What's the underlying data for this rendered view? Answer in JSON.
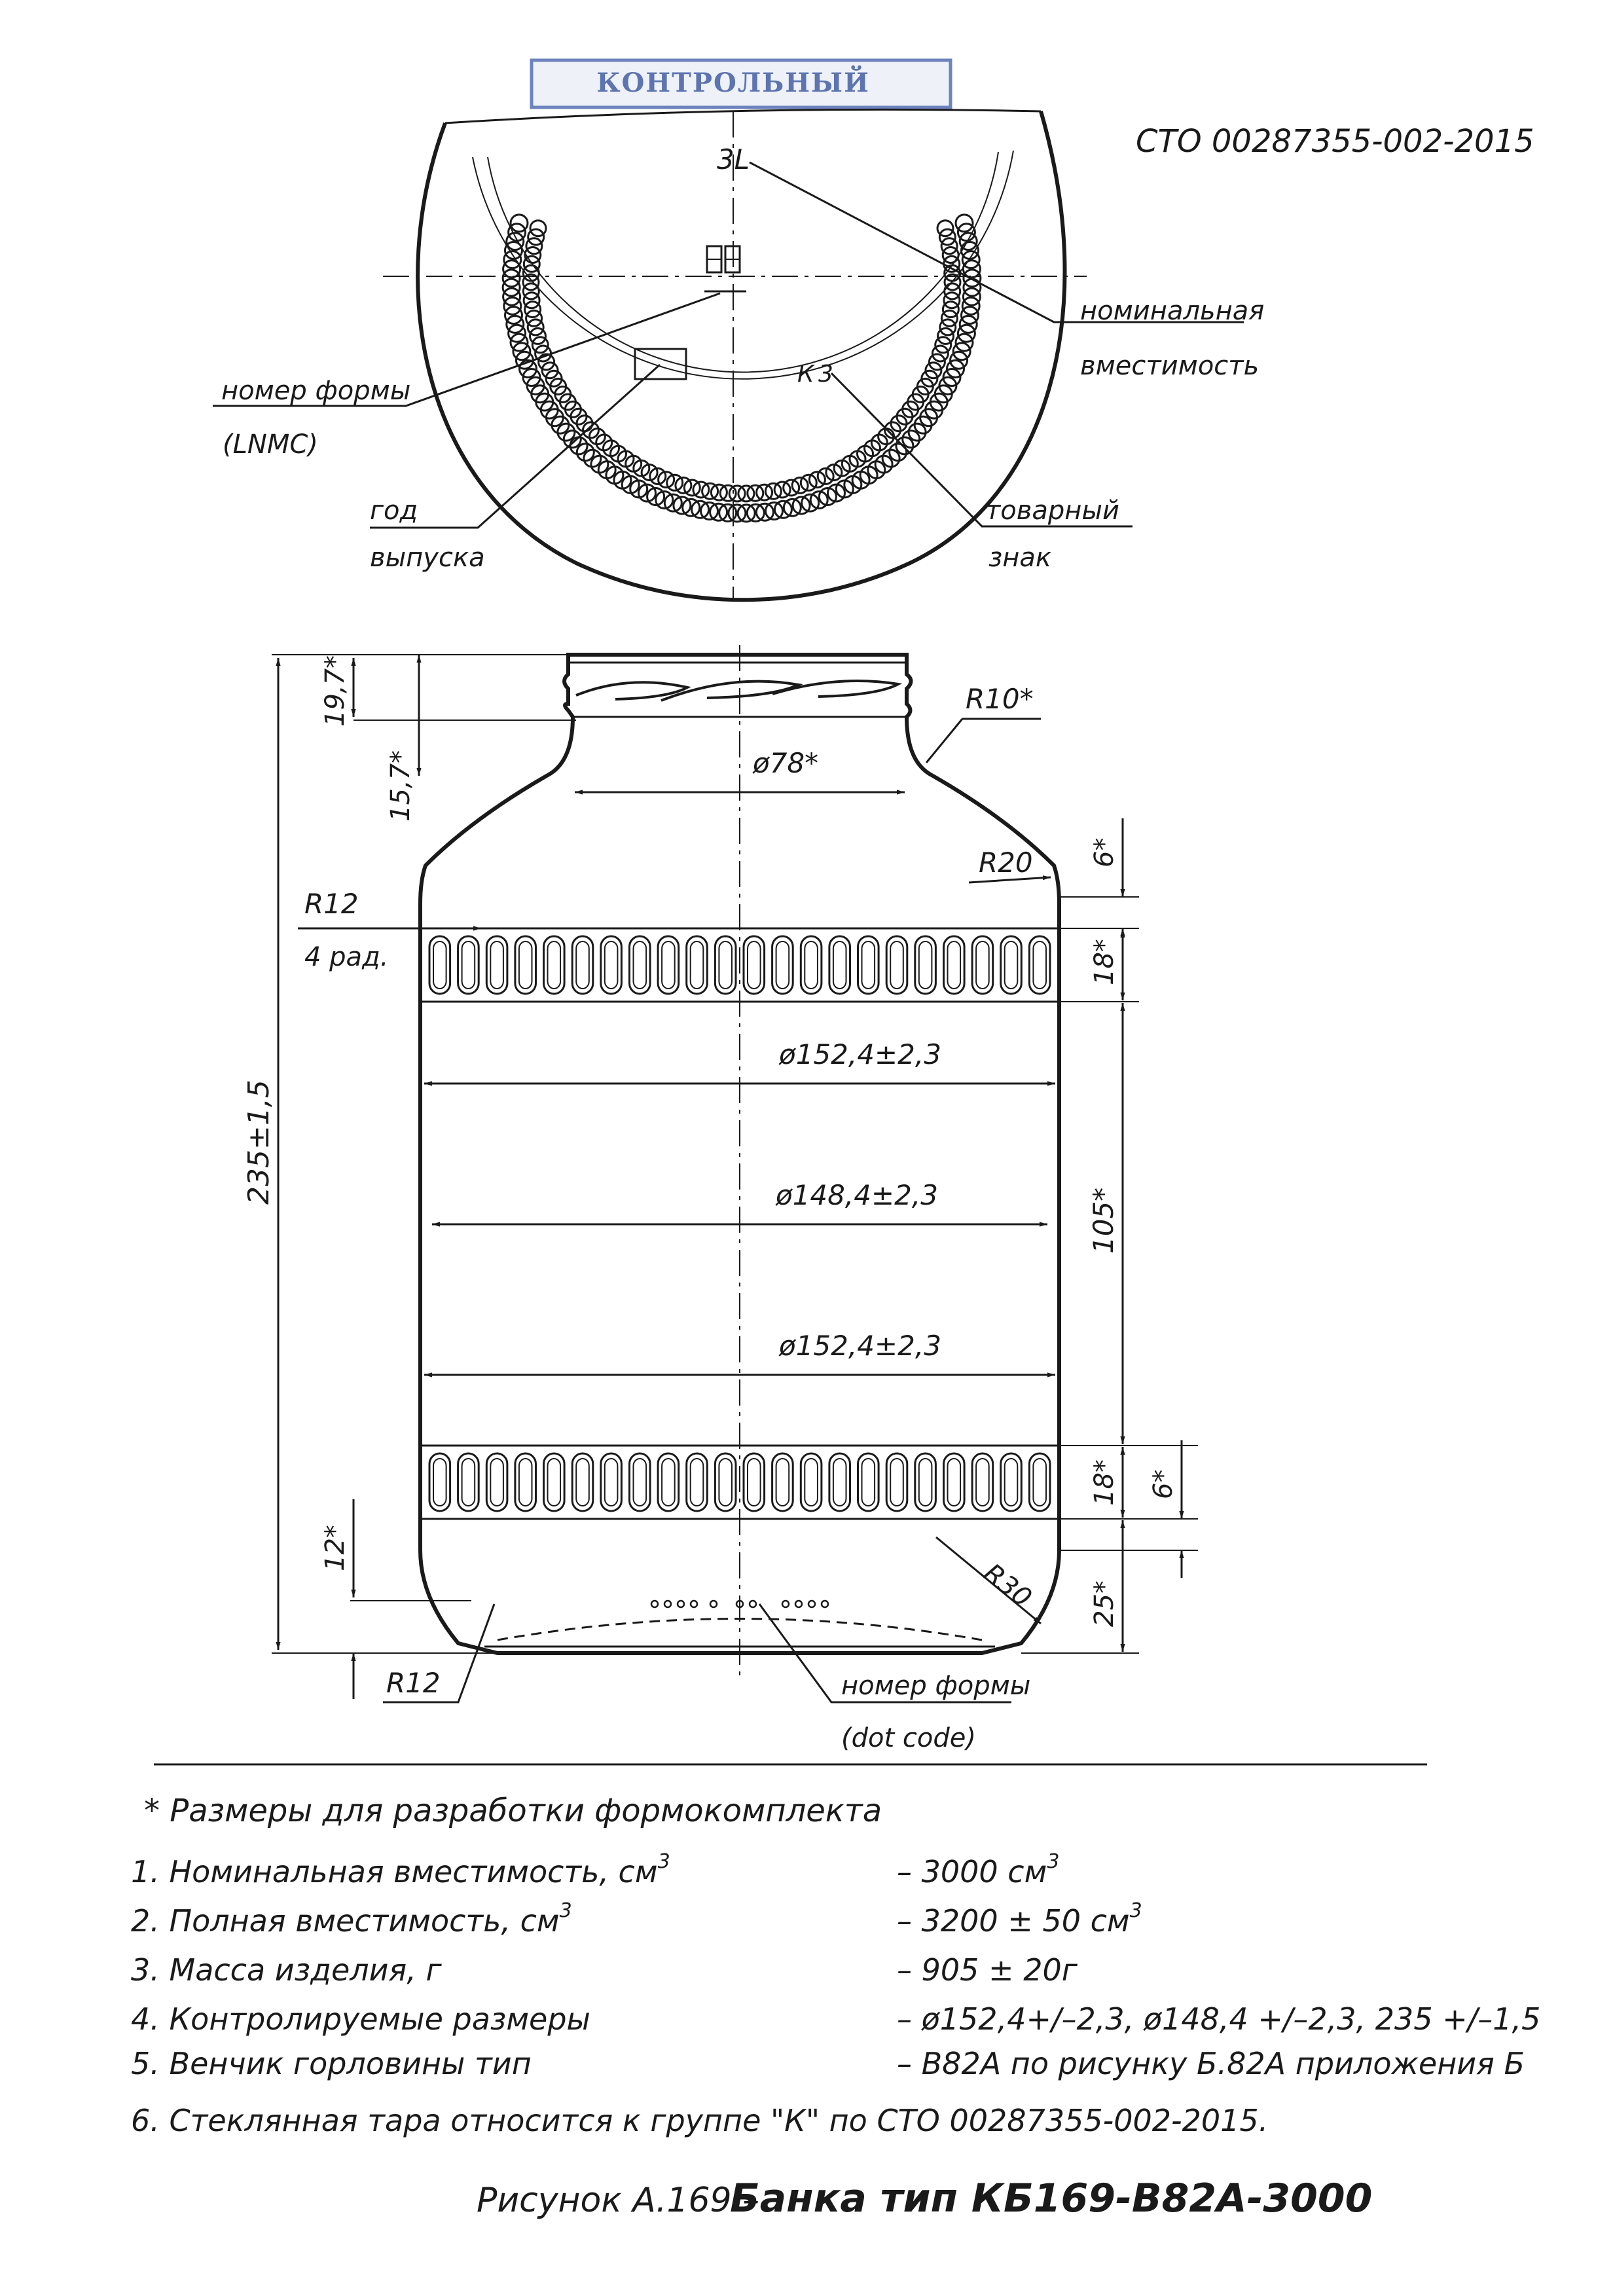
{
  "stamp": "КОНТРОЛЬНЫЙ",
  "standard": "СТО 00287355-002-2015",
  "bottom_view": {
    "capacity_mark": "3L",
    "mark_k": "К",
    "mark_digits": "3",
    "labels": {
      "nominal_1": "номинальная",
      "nominal_2": "вместимость",
      "mold_1": "номер формы",
      "mold_2": "(LNMC)",
      "year_1": "год",
      "year_2": "выпуска",
      "trade_1": "товарный",
      "trade_2": "знак"
    }
  },
  "dims": {
    "finish_h": "19,7*",
    "neck_h": "15,7*",
    "total_h": "235±1,5",
    "neck_d": "ø78*",
    "r_neck": "R10*",
    "r_shoulder": "R20",
    "r12_top": "R12",
    "r12_top_note": "4 рад.",
    "d_upper": "ø152,4±2,3",
    "d_mid": "ø148,4±2,3",
    "d_lower": "ø152,4±2,3",
    "h_shoulder": "6*",
    "h_band1": "18*",
    "h_body": "105*",
    "h_band2": "18*",
    "h_band2_6": "6*",
    "h_base": "25*",
    "h_12": "12*",
    "r_base": "R30",
    "r12_bottom": "R12",
    "dot_1": "номер формы",
    "dot_2": "(dot code)"
  },
  "notes": {
    "footnote": "* Размеры для разработки формокомплекта",
    "rows": [
      {
        "label": "1. Номинальная вместимость, см",
        "sup": "3",
        "value": "–  3000 см",
        "vsup": "3"
      },
      {
        "label": "2. Полная вместимость, см",
        "sup": "3",
        "value": "–  3200 ± 50 см",
        "vsup": "3"
      },
      {
        "label": "3. Масса изделия, г",
        "sup": "",
        "value": "–  905 ± 20г",
        "vsup": ""
      },
      {
        "label": "4. Контролируемые размеры",
        "sup": "",
        "value": "–  ø152,4+/–2,3, ø148,4 +/–2,3, 235 +/–1,5",
        "vsup": ""
      },
      {
        "label": "5. Венчик горловины тип",
        "sup": "",
        "value": "–  В82А по рисунку Б.82А приложения Б",
        "vsup": ""
      }
    ],
    "row6": "6. Стеклянная тара относится к группе \"К\" по СТО 00287355-002-2015."
  },
  "caption": {
    "prefix": "Рисунок А.169 –",
    "title": "Банка тип КБ169-В82А-3000"
  }
}
